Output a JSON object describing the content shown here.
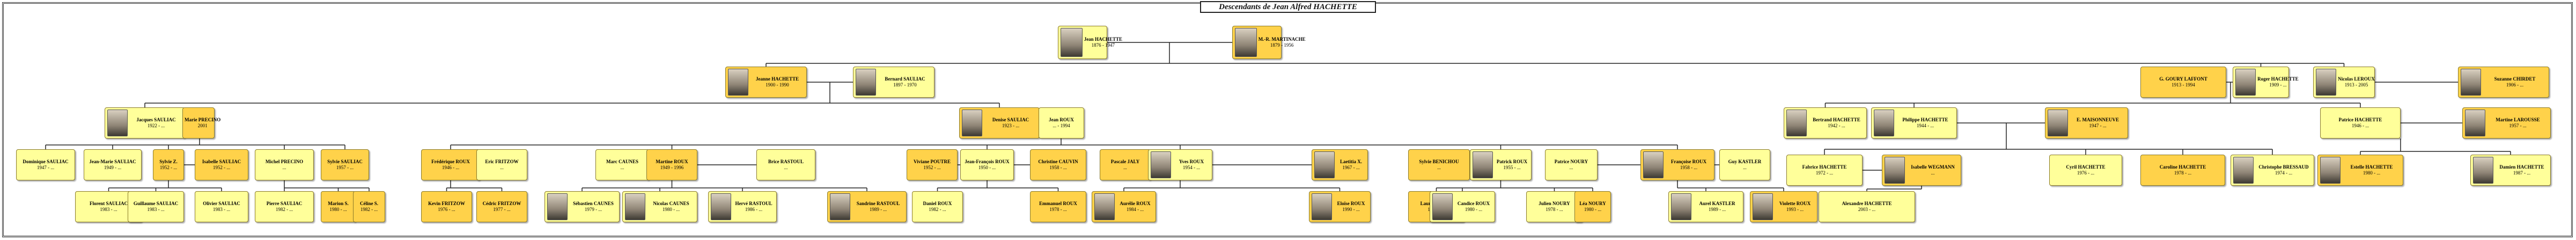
{
  "title": "Descendants de Jean Alfred HACHETTE",
  "colors": {
    "male": "#ffff9a",
    "female": "#ffd24a",
    "line": "#222222"
  },
  "persons": {
    "p0": {
      "name": "Jean HACHETTE",
      "dates": "1876 - 1947"
    },
    "p1": {
      "name": "M.-R. MARTINACHE",
      "dates": "1879 - 1956"
    },
    "p2": {
      "name": "Jeanne HACHETTE",
      "dates": "1900 - 1990"
    },
    "p3": {
      "name": "Bernard SAULIAC",
      "dates": "1897 - 1970"
    },
    "p4": {
      "name": "G. GOURY LAFFONT",
      "dates": "1913 - 1994"
    },
    "p5": {
      "name": "Roger HACHETTE",
      "dates": "1909 - ..."
    },
    "p6": {
      "name": "Nicolas LEROUX",
      "dates": "1913 - 2005"
    },
    "p7": {
      "name": "Suzanne CHIRDET",
      "dates": "1906 - ..."
    },
    "p8": {
      "name": "Jacques SAULIAC",
      "dates": "1922 - ..."
    },
    "p9": {
      "name": "Marie PRECINO",
      "dates": "2001"
    },
    "p10": {
      "name": "Denise SAULIAC",
      "dates": "1923 - ..."
    },
    "p11": {
      "name": "Jean ROUX",
      "dates": "... - 1994"
    },
    "p12": {
      "name": "Bertrand HACHETTE",
      "dates": "1942 - ..."
    },
    "p13": {
      "name": "Philippe HACHETTE",
      "dates": "1944 - ..."
    },
    "p14": {
      "name": "E. MAISONNEUVE",
      "dates": "1947 - ..."
    },
    "p15": {
      "name": "Patrice HACHETTE",
      "dates": "1946 - ..."
    },
    "p16": {
      "name": "Martine LAROUSSE",
      "dates": "1957 - ..."
    },
    "p17": {
      "name": "Dominique SAULIAC",
      "dates": "1947 - ..."
    },
    "p18": {
      "name": "Jean-Marie SAULIAC",
      "dates": "1949 - ..."
    },
    "p19": {
      "name": "Sylvie Z.",
      "dates": "1952 - ..."
    },
    "p20": {
      "name": "Isabelle SAULIAC",
      "dates": "1952 - ..."
    },
    "p21": {
      "name": "Michel PRECINO",
      "dates": "..."
    },
    "p22": {
      "name": "Sylvie SAULIAC",
      "dates": "1957 - ..."
    },
    "p23": {
      "name": "Frédérique ROUX",
      "dates": "1946 - ..."
    },
    "p24": {
      "name": "Eric FRITZOW",
      "dates": "..."
    },
    "p25": {
      "name": "Marc CAUNES",
      "dates": "..."
    },
    "p26": {
      "name": "Martine ROUX",
      "dates": "1949 - 1996"
    },
    "p27": {
      "name": "Brice RASTOUL",
      "dates": "..."
    },
    "p28": {
      "name": "Viviane POUTRE",
      "dates": "1952 - ..."
    },
    "p29": {
      "name": "Jean-François ROUX",
      "dates": "1950 - ..."
    },
    "p30": {
      "name": "Christine CAUVIN",
      "dates": "1958 - ..."
    },
    "p31": {
      "name": "Pascale JALY",
      "dates": "..."
    },
    "p32": {
      "name": "Yves ROUX",
      "dates": "1954 - ..."
    },
    "p33": {
      "name": "Laetitia X.",
      "dates": "1967 - ..."
    },
    "p34": {
      "name": "Sylvie BENICHOU",
      "dates": "..."
    },
    "p35": {
      "name": "Patrick ROUX",
      "dates": "1955 - ..."
    },
    "p36": {
      "name": "Patrice NOURY",
      "dates": "..."
    },
    "p37": {
      "name": "Françoise ROUX",
      "dates": "1958 - ..."
    },
    "p38": {
      "name": "Guy KASTLER",
      "dates": "..."
    },
    "p39": {
      "name": "Fabrice HACHETTE",
      "dates": "1972 - ..."
    },
    "p40": {
      "name": "Isabelle WEGMANN",
      "dates": "..."
    },
    "p41": {
      "name": "Cyril HACHETTE",
      "dates": "1976 - ..."
    },
    "p42": {
      "name": "Caroline HACHETTE",
      "dates": "1978 - ..."
    },
    "p43": {
      "name": "Christophe BRESSAUD",
      "dates": "1974 - ..."
    },
    "p44": {
      "name": "Estelle HACHETTE",
      "dates": "1980 - ..."
    },
    "p45": {
      "name": "Damien HACHETTE",
      "dates": "1987 - ..."
    },
    "p46": {
      "name": "Florent SAULIAC",
      "dates": "1983 - ..."
    },
    "p47": {
      "name": "Guillaume SAULIAC",
      "dates": "1983 - ..."
    },
    "p48": {
      "name": "Olivier SAULIAC",
      "dates": "1983 - ..."
    },
    "p49": {
      "name": "Pierre SAULIAC",
      "dates": "1982 - ..."
    },
    "p50": {
      "name": "Marion S.",
      "dates": "1980 - ..."
    },
    "p51": {
      "name": "Céline S.",
      "dates": "1982 - ..."
    },
    "p52": {
      "name": "Kevin FRITZOW",
      "dates": "1976 - ..."
    },
    "p53": {
      "name": "Cédric FRITZOW",
      "dates": "1977 - ..."
    },
    "p54": {
      "name": "Sébastien CAUNES",
      "dates": "1979 - ..."
    },
    "p55": {
      "name": "Nicolas CAUNES",
      "dates": "1980 - ..."
    },
    "p56": {
      "name": "Hervé RASTOUL",
      "dates": "1986 - ..."
    },
    "p57": {
      "name": "Sandrine RASTOUL",
      "dates": "1989 - ..."
    },
    "p58": {
      "name": "Daniel ROUX",
      "dates": "1982 - ..."
    },
    "p59": {
      "name": "Emmanuel ROUX",
      "dates": "1978 - ..."
    },
    "p60": {
      "name": "Aurélie ROUX",
      "dates": "1984 - ..."
    },
    "p61": {
      "name": "Eloïse ROUX",
      "dates": "1990 - ..."
    },
    "p62": {
      "name": "Laurine ROUX",
      "dates": "1978 - ..."
    },
    "p63": {
      "name": "Candice ROUX",
      "dates": "1980 - ..."
    },
    "p64": {
      "name": "Julien NOURY",
      "dates": "1978 - ..."
    },
    "p65": {
      "name": "Léa NOURY",
      "dates": "1980 - ..."
    },
    "p66": {
      "name": "Aurel KASTLER",
      "dates": "1989 - ..."
    },
    "p67": {
      "name": "Violette ROUX",
      "dates": "1993 - ..."
    },
    "p68": {
      "name": "Alexandre HACHETTE",
      "dates": "2003 - ..."
    }
  }
}
